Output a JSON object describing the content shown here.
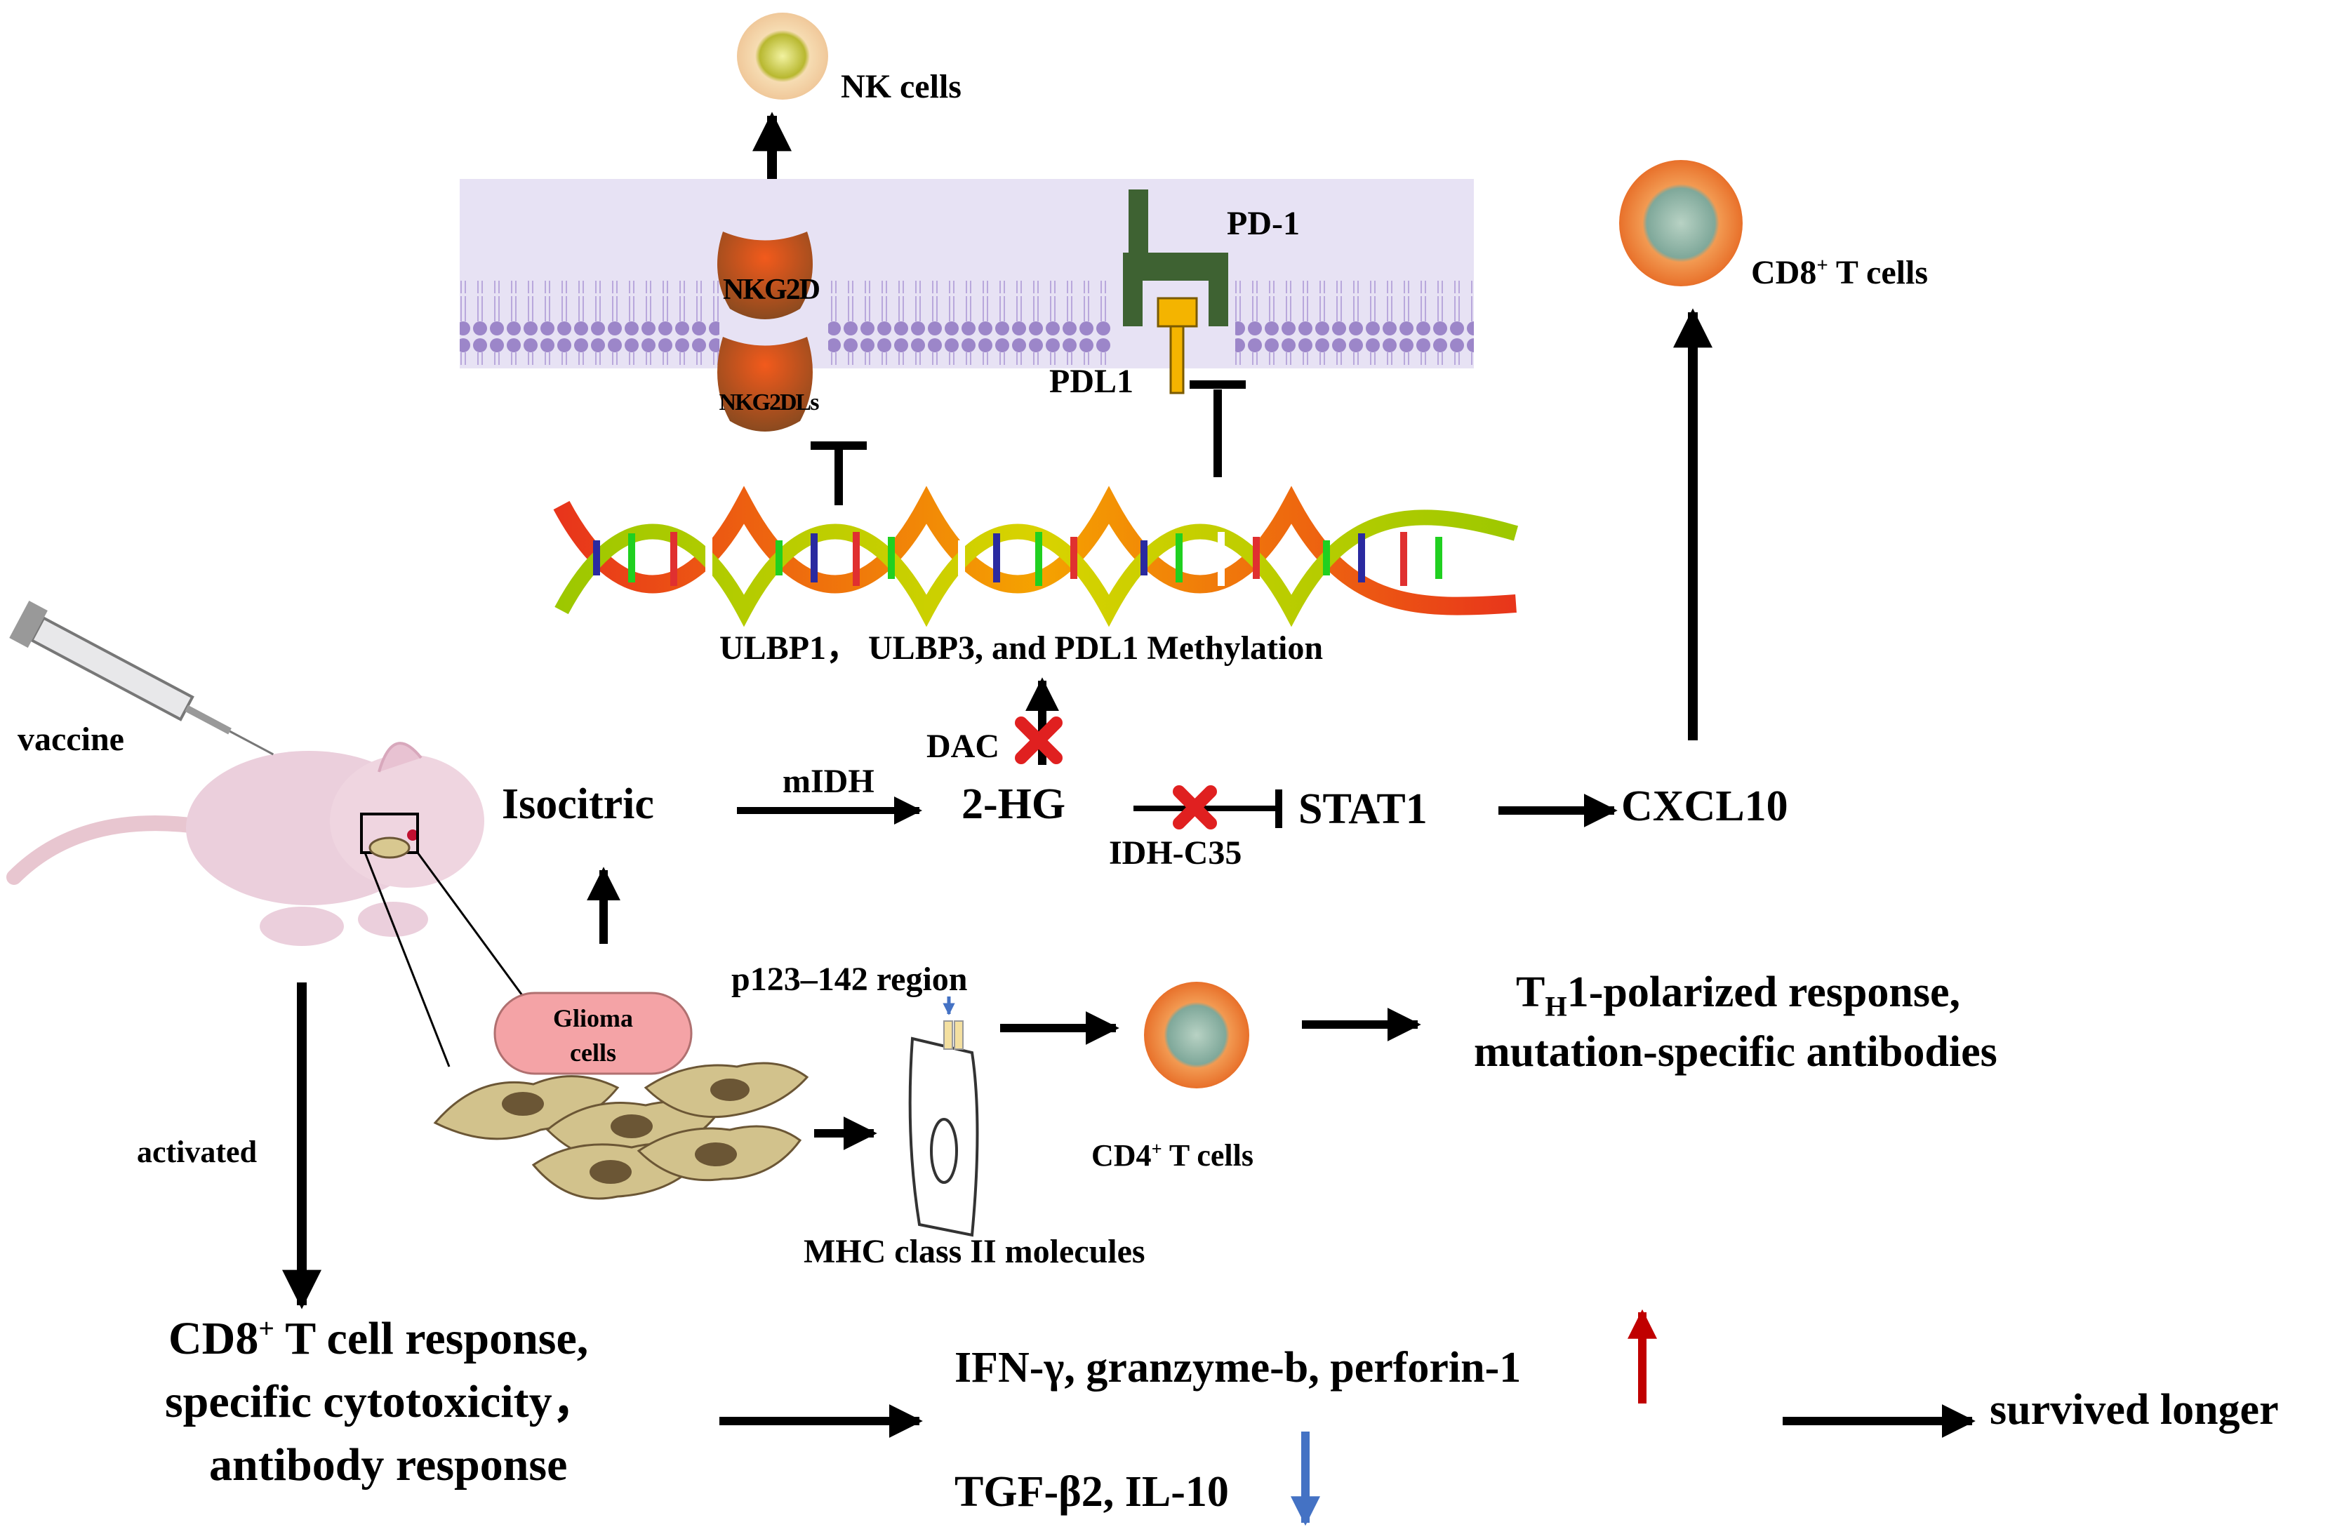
{
  "labels": {
    "nk_cells": "NK cells",
    "pd1": "PD-1",
    "nkg2d": "NKG2D",
    "nkg2dls": "NKG2DLs",
    "pdl1": "PDL1",
    "cd8_cells_top": {
      "pre": "CD8",
      "sup": "+",
      "post": " T cells"
    },
    "methylation": "ULBP1，  ULBP3, and PDL1 Methylation",
    "dac": "DAC",
    "vaccine": "vaccine",
    "isocitric": "Isocitric",
    "mIDH": "mIDH",
    "two_hg": "2-HG",
    "stat1": "STAT1",
    "cxcl10": "CXCL10",
    "idh_c35": "IDH-C35",
    "p123": "p123–142 region",
    "glioma_line1": "Glioma",
    "glioma_line2": "cells",
    "th1": {
      "pre": "T",
      "sub": "H",
      "post": "1-polarized response,"
    },
    "antibodies": "mutation-specific antibodies",
    "cd4_cells": {
      "pre": "CD4",
      "sup": "+",
      "post": " T cells"
    },
    "activated": "activated",
    "mhc": "MHC class II molecules",
    "cd8_response": {
      "pre": "CD8",
      "sup": "+",
      "post": " T cell response,"
    },
    "specific_cytotoxicity": "specific cytotoxicity，",
    "antibody_response": "antibody response",
    "ifn": "IFN-γ, granzyme-b, perforin-1",
    "tgf": "TGF-β2, IL-10",
    "survived": "survived longer"
  },
  "colors": {
    "membrane": "#dcd6ee",
    "lipid_head": "#9c86c9",
    "nkg2d_fill": "#e8521b",
    "pd1_fill": "#3e6232",
    "pdl1_fill": "#f4b400",
    "glioma_box": "#f4a3a6",
    "cell_body": "#d2c28c",
    "nucleus": "#6b5635",
    "t_cell_outer": "#f08a3c",
    "t_cell_inner": "#7fa89a",
    "nk_outer": "#f3d3a4",
    "nk_inner": "#c8c842",
    "arrow_up": "#c00000",
    "arrow_down": "#4472c4",
    "block_x": "#e02020"
  },
  "icons": [
    "syringe-icon",
    "mouse-icon",
    "dna-helix-icon",
    "glioma-cell-icon",
    "apc-cell-icon",
    "t-cell-icon",
    "nk-cell-icon",
    "membrane-icon",
    "receptor-icon"
  ]
}
